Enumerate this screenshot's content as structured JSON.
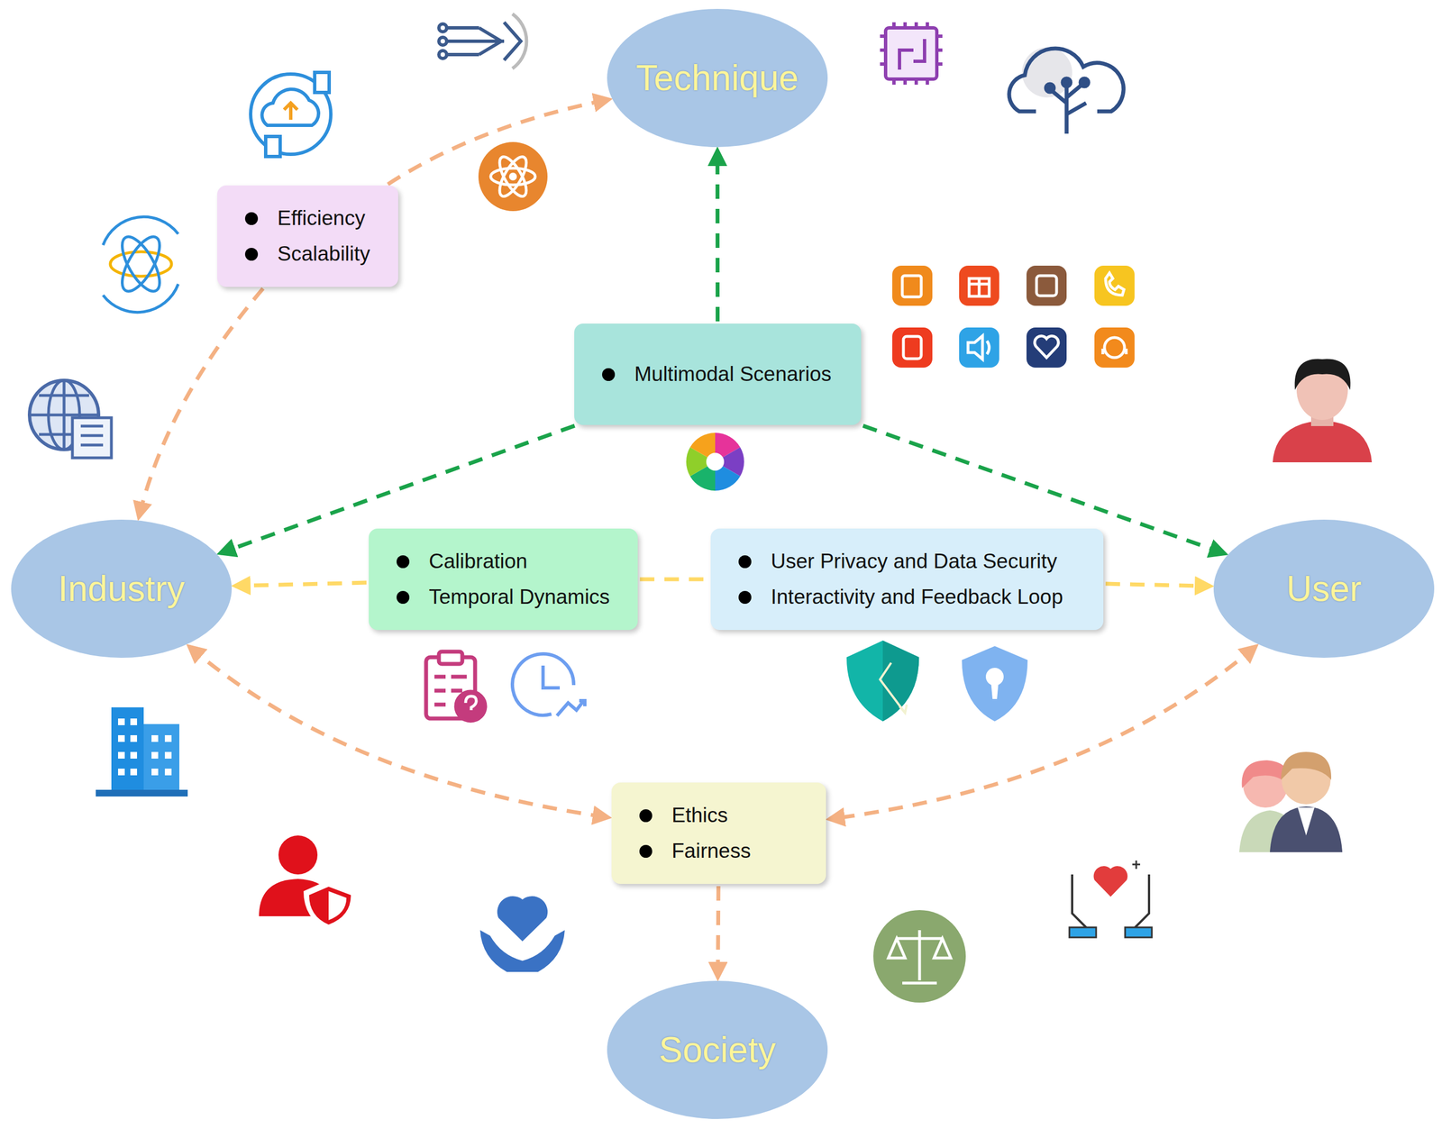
{
  "diagram": {
    "nodes": [
      {
        "text": [
          "Technique"
        ]
      },
      {
        "text": [
          "Efficiency",
          "Scalability"
        ]
      },
      {
        "text": [
          "Multimodal Scenarios"
        ]
      },
      {
        "text": [
          "Industry"
        ]
      },
      {
        "text": [
          "Calibration",
          "Temporal Dynamics"
        ]
      },
      {
        "text": [
          "User Privacy and Data Security",
          "Interactivity and Feedback Loop"
        ]
      },
      {
        "text": [
          "User"
        ]
      },
      {
        "text": [
          "Ethics",
          "Fairness"
        ]
      },
      {
        "text": [
          "Society"
        ]
      }
    ],
    "edges": [
      {
        "from": 1,
        "to": 0,
        "arrow": "to"
      },
      {
        "from": 1,
        "to": 3,
        "arrow": "to"
      },
      {
        "from": 2,
        "to": 0,
        "arrow": "to"
      },
      {
        "from": 2,
        "to": 3,
        "arrow": "to"
      },
      {
        "from": 2,
        "to": 6,
        "arrow": "to"
      },
      {
        "from": 4,
        "to": 3,
        "arrow": "to"
      },
      {
        "from": 5,
        "to": 6,
        "arrow": "to"
      },
      {
        "from": 4,
        "to": 5,
        "arrow": "none"
      },
      {
        "from": 3,
        "to": 7,
        "arrow": "both"
      },
      {
        "from": 6,
        "to": 7,
        "arrow": "both"
      },
      {
        "from": 7,
        "to": 8,
        "arrow": "to"
      }
    ]
  }
}
